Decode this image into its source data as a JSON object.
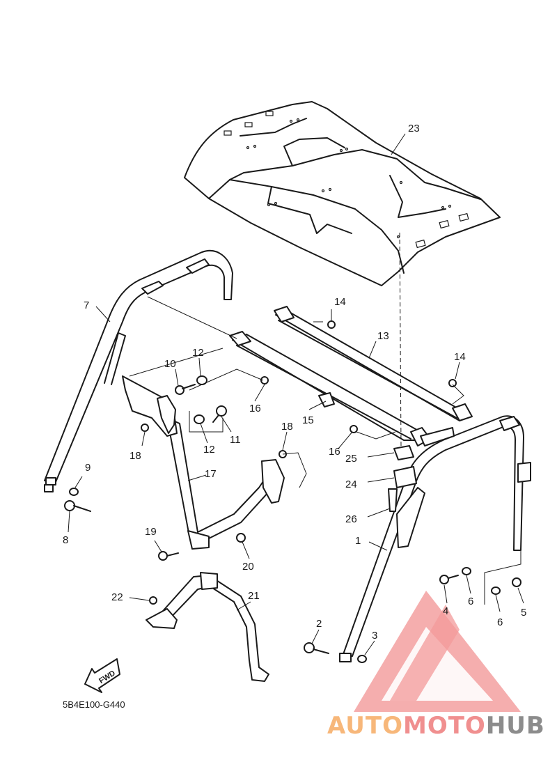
{
  "diagram_code": "5B4E100-G440",
  "fwd_label": "FWD",
  "watermark": {
    "part1": "AUTO",
    "part2": "MOTO",
    "part3": "HUB",
    "color_orange": "#f7b77a",
    "color_red": "#f08f8f",
    "color_gray": "#8c8c8c"
  },
  "callouts": {
    "c1": "1",
    "c2": "2",
    "c3": "3",
    "c4": "4",
    "c5": "5",
    "c6a": "6",
    "c6b": "6",
    "c7": "7",
    "c8": "8",
    "c9": "9",
    "c10": "10",
    "c11": "11",
    "c12a": "12",
    "c12b": "12",
    "c13": "13",
    "c14a": "14",
    "c14b": "14",
    "c15": "15",
    "c16a": "16",
    "c16b": "16",
    "c17": "17",
    "c18a": "18",
    "c18b": "18",
    "c19": "19",
    "c20": "20",
    "c21": "21",
    "c22": "22",
    "c23": "23",
    "c24": "24",
    "c25": "25",
    "c26": "26"
  }
}
